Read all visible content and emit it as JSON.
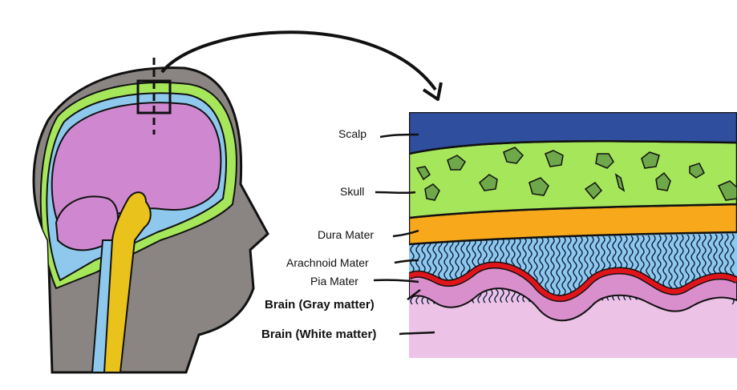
{
  "labels": {
    "scalp": "Scalp",
    "skull": "Skull",
    "dura": "Dura Mater",
    "arachnoid": "Arachnoid Mater",
    "pia": "Pia Mater",
    "gray": "Brain (Gray matter)",
    "white": "Brain (White matter)"
  },
  "colors": {
    "scalp": "#2f4f9e",
    "skull": "#a6e65a",
    "skull_fragments": "#6fa84a",
    "dura": "#f7a81b",
    "arachnoid": "#8ec8ec",
    "pia": "#e0151b",
    "gray_matter": "#d98fcc",
    "white_matter": "#ecc3e6",
    "head_tissue": "#8a8582",
    "brain": "#cf88cf",
    "brainstem": "#eac21c",
    "csf": "#8ec8ec"
  },
  "icons": {
    "arrow": "curved-arrow-icon",
    "zoom_box": "zoom-box-icon"
  }
}
